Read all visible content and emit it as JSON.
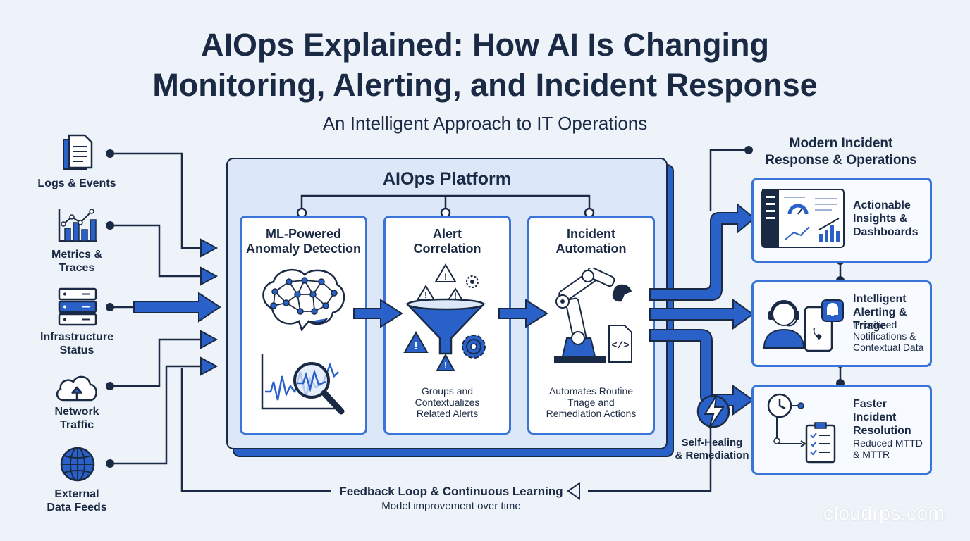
{
  "header": {
    "title_line1": "AIOps Explained: How AI Is Changing",
    "title_line2": "Monitoring, Alerting, and Incident Response",
    "subtitle": "An Intelligent Approach to IT Operations"
  },
  "sources": [
    {
      "line1": "Logs & Events",
      "line2": "",
      "icon": "document-icon"
    },
    {
      "line1": "Metrics &",
      "line2": "Traces",
      "icon": "chart-icon"
    },
    {
      "line1": "Infrastructure",
      "line2": "Status",
      "icon": "server-icon"
    },
    {
      "line1": "Network",
      "line2": "Traffic",
      "icon": "cloud-upload-icon"
    },
    {
      "line1": "External",
      "line2": "Data Feeds",
      "icon": "globe-icon"
    }
  ],
  "platform": {
    "title": "AIOps Platform",
    "cards": [
      {
        "title1": "ML-Powered",
        "title2": "Anomaly Detection",
        "desc1": "",
        "desc2": "",
        "desc3": ""
      },
      {
        "title1": "Alert",
        "title2": "Correlation",
        "desc1": "Groups and",
        "desc2": "Contextualizes",
        "desc3": "Related Alerts"
      },
      {
        "title1": "Incident",
        "title2": "Automation",
        "desc1": "Automates Routine",
        "desc2": "Triage and",
        "desc3": "Remediation Actions"
      }
    ]
  },
  "self_healing": {
    "line1": "Self-Healing",
    "line2": "& Remediation"
  },
  "outcomes": {
    "title1": "Modern Incident",
    "title2": "Response & Operations",
    "boxes": [
      {
        "t1": "Actionable",
        "t2": "Insights &",
        "t3": "Dashboards",
        "d1": "",
        "d2": "",
        "d3": ""
      },
      {
        "t1": "Intelligent",
        "t2": "Alerting & Triage",
        "t3": "",
        "d1": "Prioritized",
        "d2": "Notifications &",
        "d3": "Contextual Data"
      },
      {
        "t1": "Faster",
        "t2": "Incident",
        "t3": "Resolution",
        "d1": "Reduced MTTD",
        "d2": "& MTTR",
        "d3": ""
      }
    ]
  },
  "feedback": {
    "title": "Feedback Loop & Continuous Learning",
    "desc": "Model improvement over time"
  },
  "watermark": "cloudrps.com",
  "colors": {
    "accent": "#2a61c9",
    "dark": "#1b2a44",
    "panel": "#dce8f8",
    "background": "#eef3f9"
  }
}
